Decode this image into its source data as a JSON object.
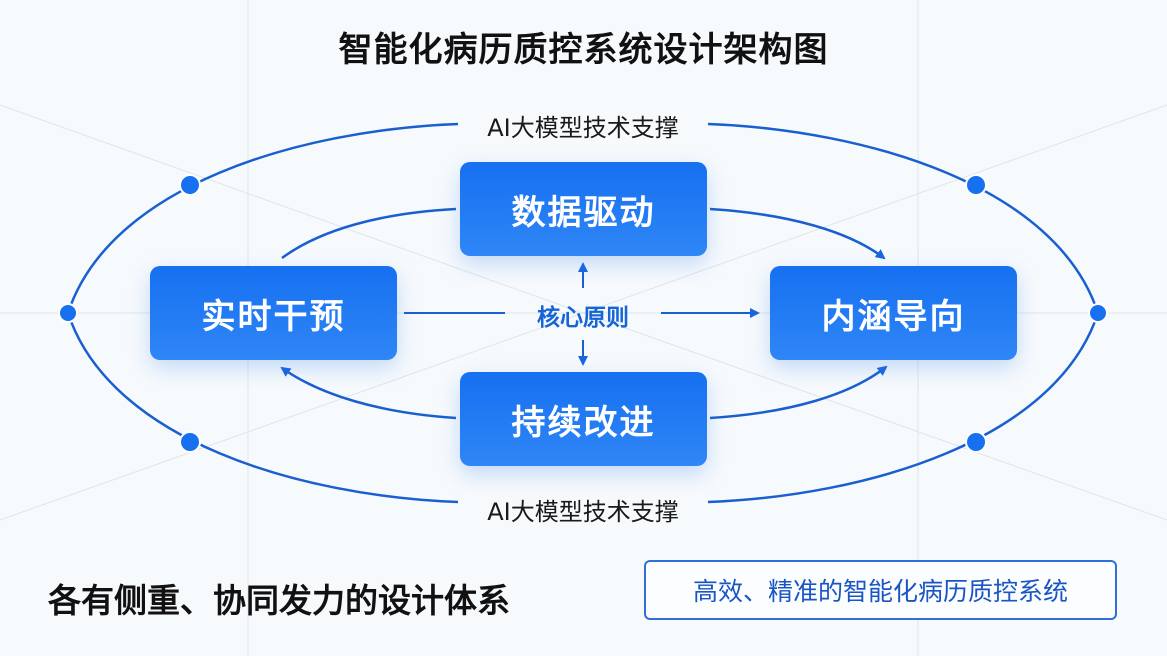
{
  "title": "智能化病历质控系统设计架构图",
  "support_label_top": "AI大模型技术支撑",
  "support_label_bottom": "AI大模型技术支撑",
  "core_label": "核心原则",
  "nodes": {
    "top": "数据驱动",
    "left": "实时干预",
    "right": "内涵导向",
    "bottom": "持续改进"
  },
  "footer": {
    "left_text": "各有侧重、协同发力的设计体系",
    "right_text": "高效、精准的智能化病历质控系统"
  },
  "colors": {
    "accent": "#1670f0",
    "line": "#1a5fd0",
    "text_dark": "#111111",
    "grid": "#dfe5ec"
  }
}
